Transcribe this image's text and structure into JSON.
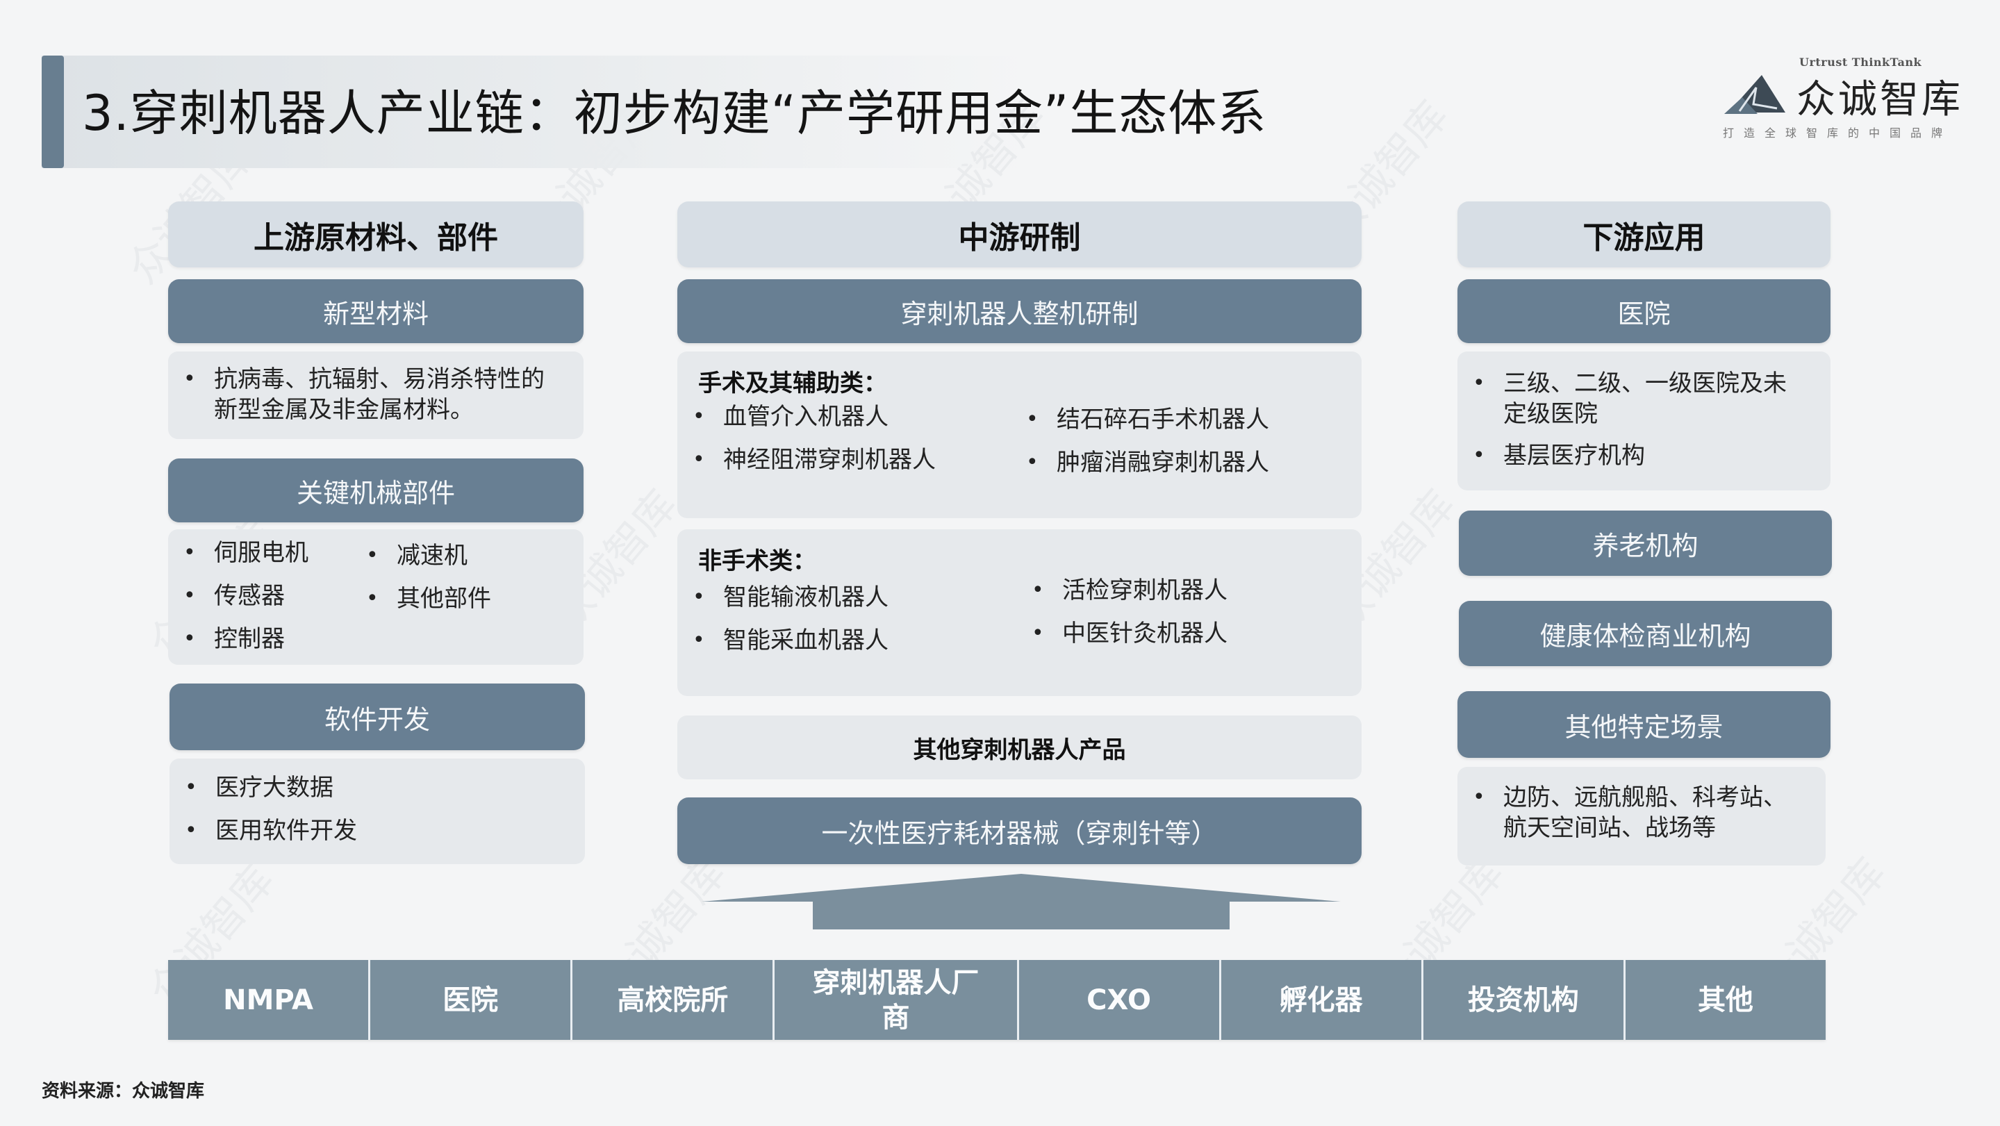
{
  "title": "3.穿刺机器人产业链：初步构建“产学研用金”生态体系",
  "logo": {
    "english": "Urtrust ThinkTank",
    "name": "众诚智库",
    "slogan": "打造全球智库的中国品牌"
  },
  "colors": {
    "accent": "#687e90",
    "dark_box": "#687f93",
    "light_header": "#d7dee5",
    "body_box": "#e6e9ec",
    "grid": "#7a8f9d"
  },
  "upstream": {
    "header": "上游原材料、部件",
    "sections": [
      {
        "title": "新型材料",
        "items": [
          "抗病毒、抗辐射、易消杀特性的新型金属及非金属材料。"
        ]
      },
      {
        "title": "关键机械部件",
        "items": [
          "伺服电机",
          "传感器",
          "控制器",
          "减速机",
          "其他部件"
        ]
      },
      {
        "title": "软件开发",
        "items": [
          "医疗大数据",
          "医用软件开发"
        ]
      }
    ]
  },
  "midstream": {
    "header": "中游研制",
    "main_title": "穿刺机器人整机研制",
    "surgical": {
      "title": "手术及其辅助类：",
      "items": [
        "血管介入机器人",
        "神经阻滞穿刺机器人",
        "结石碎石手术机器人",
        "肿瘤消融穿刺机器人"
      ]
    },
    "non_surgical": {
      "title": "非手术类：",
      "items": [
        "智能输液机器人",
        "智能采血机器人",
        "活检穿刺机器人",
        "中医针灸机器人"
      ]
    },
    "other_products": "其他穿刺机器人产品",
    "consumables": "一次性医疗耗材器械（穿刺针等）"
  },
  "downstream": {
    "header": "下游应用",
    "hospital": {
      "title": "医院",
      "items": [
        "三级、二级、一级医院及未定级医院",
        "基层医疗机构"
      ]
    },
    "elderly_care": "养老机构",
    "health_check": "健康体检商业机构",
    "special": {
      "title": "其他特定场景",
      "items": [
        "边防、远航舰船、科考站、航天空间站、战场等"
      ]
    }
  },
  "ecosystem": [
    "NMPA",
    "医院",
    "高校院所",
    "穿刺机器人厂商",
    "CXO",
    "孵化器",
    "投资机构",
    "其他"
  ],
  "source": "资料来源：众诚智库",
  "bullet": "•",
  "watermark": "众诚智库"
}
